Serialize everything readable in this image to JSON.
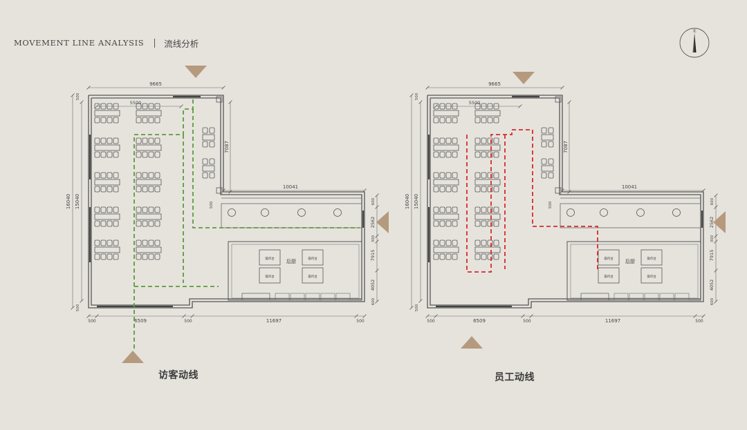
{
  "header": {
    "title_en": "MOVEMENT LINE ANALYSIS",
    "title_zh": "流线分析"
  },
  "plans": [
    {
      "caption": "访客动线",
      "route_color": "#5b9a3c",
      "dims": {
        "top_width": "9665",
        "seat_width": "5500",
        "right_height": "7087",
        "mid_width": "10041",
        "total_height": "16040",
        "inner_height": "15040",
        "right_a": "600",
        "right_b": "2562",
        "right_c": "300",
        "right_d": "7915",
        "right_e": "4052",
        "right_f": "600",
        "bottom_a": "500",
        "bottom_b": "6509",
        "bottom_c": "500",
        "bottom_d": "11697",
        "bottom_e": "500",
        "left_top": "500",
        "left_bottom": "500",
        "left_mid": "500"
      },
      "kitchen": {
        "label": "后厨",
        "counter_label": "操作台"
      }
    },
    {
      "caption": "员工动线",
      "route_color": "#d42a2a",
      "dims": {
        "top_width": "9665",
        "seat_width": "5500",
        "right_height": "7087",
        "mid_width": "10041",
        "total_height": "16040",
        "inner_height": "15040",
        "right_a": "600",
        "right_b": "2562",
        "right_c": "300",
        "right_d": "7915",
        "right_e": "4052",
        "right_f": "600",
        "bottom_a": "500",
        "bottom_b": "6509",
        "bottom_c": "500",
        "bottom_d": "11697",
        "bottom_e": "500",
        "left_top": "500",
        "left_bottom": "500",
        "left_mid": "500"
      },
      "kitchen": {
        "label": "后厨",
        "counter_label": "操作台"
      }
    }
  ],
  "colors": {
    "background": "#e6e3dd",
    "arrow": "#b59a7e",
    "walls": "#555555"
  }
}
